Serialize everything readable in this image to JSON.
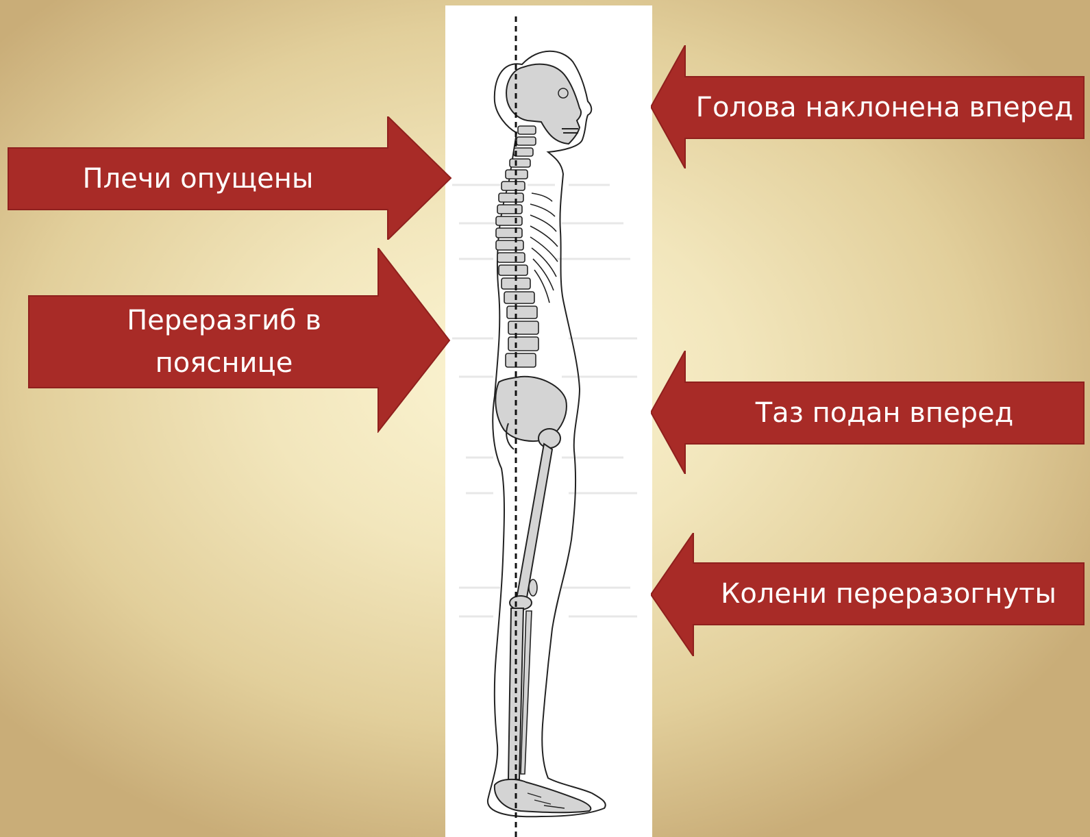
{
  "labels": {
    "head": "Голова наклонена вперед",
    "shoulders": "Плечи опущены",
    "lumbar": "Переразгиб в\nпояснице",
    "pelvis": "Таз подан вперед",
    "knees": "Колени переразогнуты"
  },
  "colors": {
    "arrow_fill": "#a82b27",
    "label_text": "#ffffff",
    "bone_fill": "#d4d4d4",
    "outline": "#1a1a1a"
  },
  "icons": {
    "figure": "skeleton-side-view",
    "plumb_line": "dashed-vertical-line"
  }
}
